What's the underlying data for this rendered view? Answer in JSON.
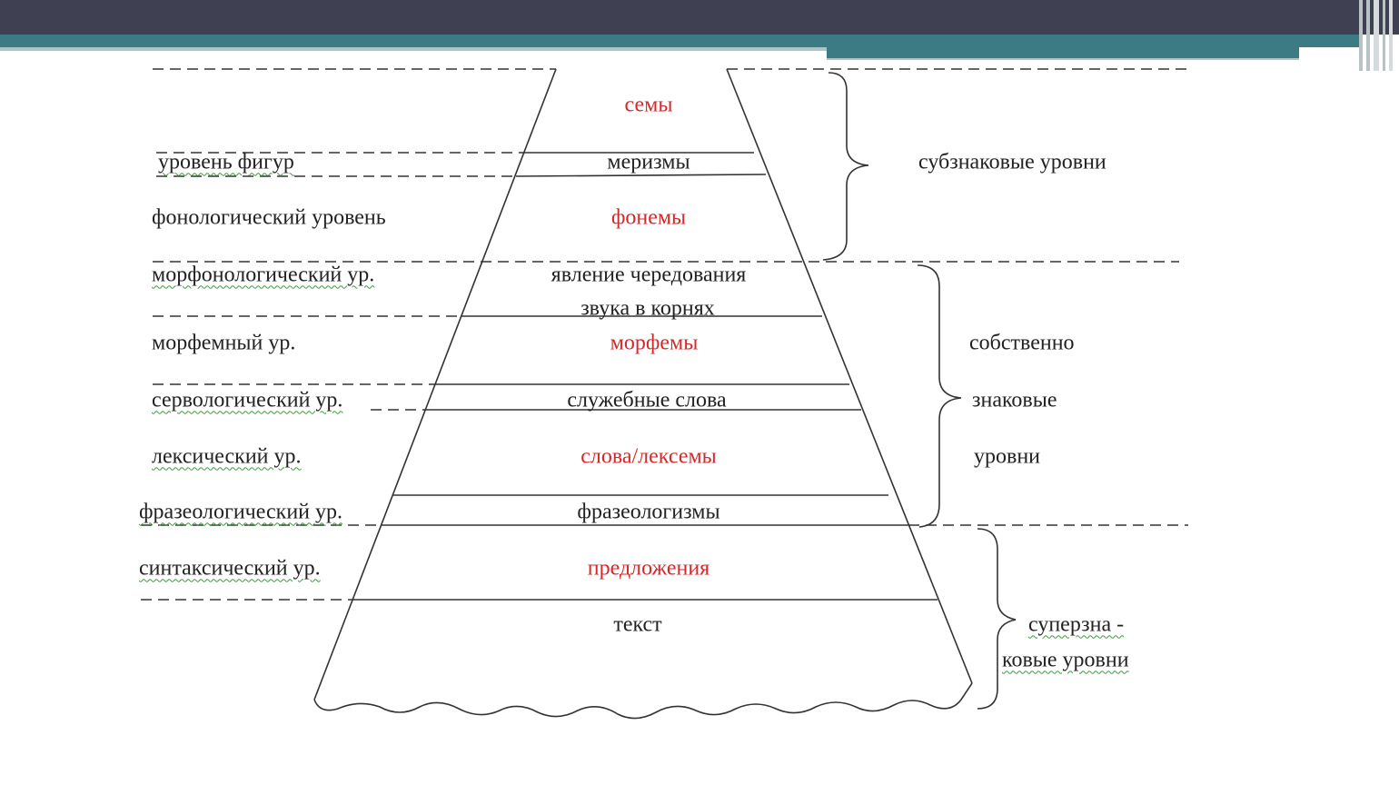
{
  "left_labels": {
    "figures": "уровень фигур",
    "phonological": "фонологический уровень",
    "morphonological": "морфонологический ур.",
    "morphemic": "морфемный ур.",
    "servological": "сервологический ур.",
    "lexical": "лексический ур.",
    "phraseological": "фразеологический ур.",
    "syntactic": "синтаксический ур."
  },
  "pyramid": {
    "semes": "семы",
    "merisms": "меризмы",
    "phonemes": "фонемы",
    "alternation_1": "явление чередования",
    "alternation_2": "звука в корнях",
    "morphemes": "морфемы",
    "function_words": "служебные слова",
    "words": "слова/лексемы",
    "phraseologisms": "фразеологизмы",
    "sentences": "предложения",
    "text": "текст"
  },
  "right_labels": {
    "subsign": "субзнаковые уровни",
    "sign_1": "собственно",
    "sign_2": "знаковые",
    "sign_3": "уровни",
    "supersign_1": "суперзна -",
    "supersign_2": "ковые уровни"
  },
  "colors": {
    "header_dark": "#3f4152",
    "header_teal": "#3c7b84",
    "highlight_red": "#d62828",
    "text": "#222222"
  }
}
